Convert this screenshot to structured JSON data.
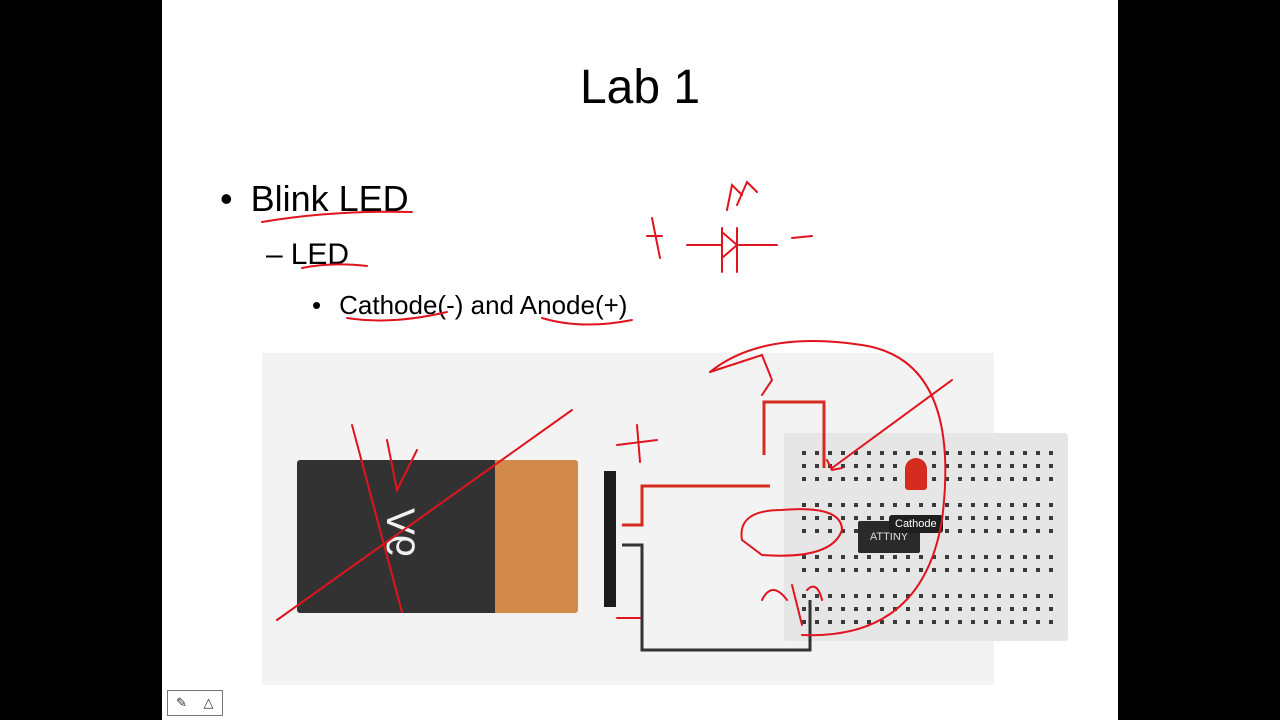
{
  "slide": {
    "title": "Lab 1",
    "bullets": [
      {
        "level": 1,
        "marker": "•",
        "text": "Blink LED"
      },
      {
        "level": 2,
        "marker": "–",
        "text": "LED"
      },
      {
        "level": 3,
        "marker": "•",
        "text": "Cathode(-) and Anode(+)"
      }
    ]
  },
  "circuit": {
    "battery_label": "9V",
    "chip_label": "ATTINY",
    "tooltip": "Cathode"
  },
  "annotations": {
    "color": "#e0141e",
    "plus": "+",
    "minus": "−"
  },
  "toolbar": {
    "pen_icon": "pen-icon",
    "shape_icon": "triangle-icon"
  }
}
